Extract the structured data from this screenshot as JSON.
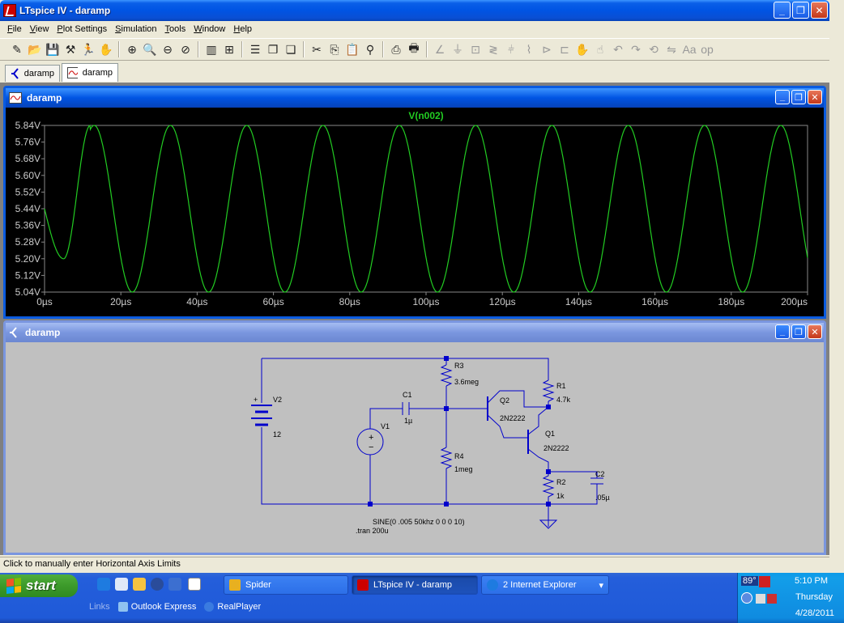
{
  "app": {
    "title": "LTspice IV - daramp",
    "window_buttons": {
      "minimize": "_",
      "maximize": "❐",
      "close": "✕"
    }
  },
  "menu": [
    {
      "label": "File",
      "key": "F",
      "rest": "ile"
    },
    {
      "label": "View",
      "key": "V",
      "rest": "iew"
    },
    {
      "label": "Plot Settings",
      "key": "P",
      "rest": "lot Settings"
    },
    {
      "label": "Simulation",
      "key": "S",
      "rest": "imulation"
    },
    {
      "label": "Tools",
      "key": "T",
      "rest": "ools"
    },
    {
      "label": "Window",
      "key": "W",
      "rest": "indow"
    },
    {
      "label": "Help",
      "key": "H",
      "rest": "elp"
    }
  ],
  "toolbar_icons": [
    "new-schematic-icon",
    "open-icon",
    "save-icon",
    "control-panel-icon",
    "run-icon",
    "halt-icon",
    "zoom-in-icon",
    "zoom-pan-icon",
    "zoom-out-icon",
    "zoom-cancel-icon",
    "autorange-icon",
    "mark-icon",
    "tile-horizontal-icon",
    "cascade-icon",
    "tile-vertical-icon",
    "cut-icon",
    "copy-icon",
    "paste-icon",
    "find-icon",
    "print-setup-icon",
    "print-icon",
    "wire-icon",
    "ground-icon",
    "label-icon",
    "resistor-icon",
    "capacitor-icon",
    "inductor-icon",
    "diode-icon",
    "component-icon",
    "move-icon",
    "drag-icon",
    "undo-icon",
    "redo-icon",
    "rotate-icon",
    "mirror-icon",
    "text-icon",
    "spice-directive-icon"
  ],
  "tabs": [
    {
      "label": "daramp",
      "kind": "schematic"
    },
    {
      "label": "daramp",
      "kind": "waveform"
    }
  ],
  "plot_window": {
    "title": "daramp",
    "trace_color": "#22cc22"
  },
  "chart_data": {
    "type": "line",
    "series": [
      {
        "name": "V(n002)",
        "color": "#22cc22"
      }
    ],
    "signal": {
      "offset": 5.44,
      "amplitude": 0.4,
      "frequency_khz": 50,
      "start_value": 5.44,
      "initial_dip": 5.2,
      "initial_dip_time_us": 5
    },
    "xlim": [
      0,
      200
    ],
    "ylim": [
      5.04,
      5.84
    ],
    "x_ticks": [
      "0µs",
      "20µs",
      "40µs",
      "60µs",
      "80µs",
      "100µs",
      "120µs",
      "140µs",
      "160µs",
      "180µs",
      "200µs"
    ],
    "y_ticks": [
      "5.84V",
      "5.76V",
      "5.68V",
      "5.60V",
      "5.52V",
      "5.44V",
      "5.36V",
      "5.28V",
      "5.20V",
      "5.12V",
      "5.04V"
    ],
    "grid": false,
    "legend": "top-center"
  },
  "schematic_window": {
    "title": "daramp",
    "wire_color": "#0000cc",
    "components": {
      "V2": {
        "name": "V2",
        "value": "12"
      },
      "V1": {
        "name": "V1"
      },
      "C1": {
        "name": "C1",
        "value": "1µ"
      },
      "R3": {
        "name": "R3",
        "value": "3.6meg"
      },
      "R4": {
        "name": "R4",
        "value": "1meg"
      },
      "Q2": {
        "name": "Q2",
        "model": "2N2222"
      },
      "Q1": {
        "name": "Q1",
        "model": "2N2222"
      },
      "R1": {
        "name": "R1",
        "value": "4.7k"
      },
      "R2": {
        "name": "R2",
        "value": "1k"
      },
      "C2": {
        "name": "C2",
        "value": ".05µ"
      }
    },
    "directives": [
      "SINE(0 .005 50khz 0 0 0 10)",
      ".tran 200u"
    ]
  },
  "status_text": "Click to manually enter Horizontal Axis Limits",
  "taskbar": {
    "start_label": "start",
    "tasks": [
      {
        "label": "Spider",
        "icon": "spider-icon"
      },
      {
        "label": "LTspice IV - daramp",
        "icon": "ltspice-icon",
        "active": true
      },
      {
        "label": "2 Internet Explorer",
        "icon": "ie-icon",
        "dropdown": "▾"
      }
    ],
    "links_label": "Links",
    "links": [
      "Outlook Express",
      "RealPlayer"
    ],
    "tray": {
      "temp": "89°",
      "time": "5:10 PM",
      "day": "Thursday",
      "date": "4/28/2011"
    }
  }
}
